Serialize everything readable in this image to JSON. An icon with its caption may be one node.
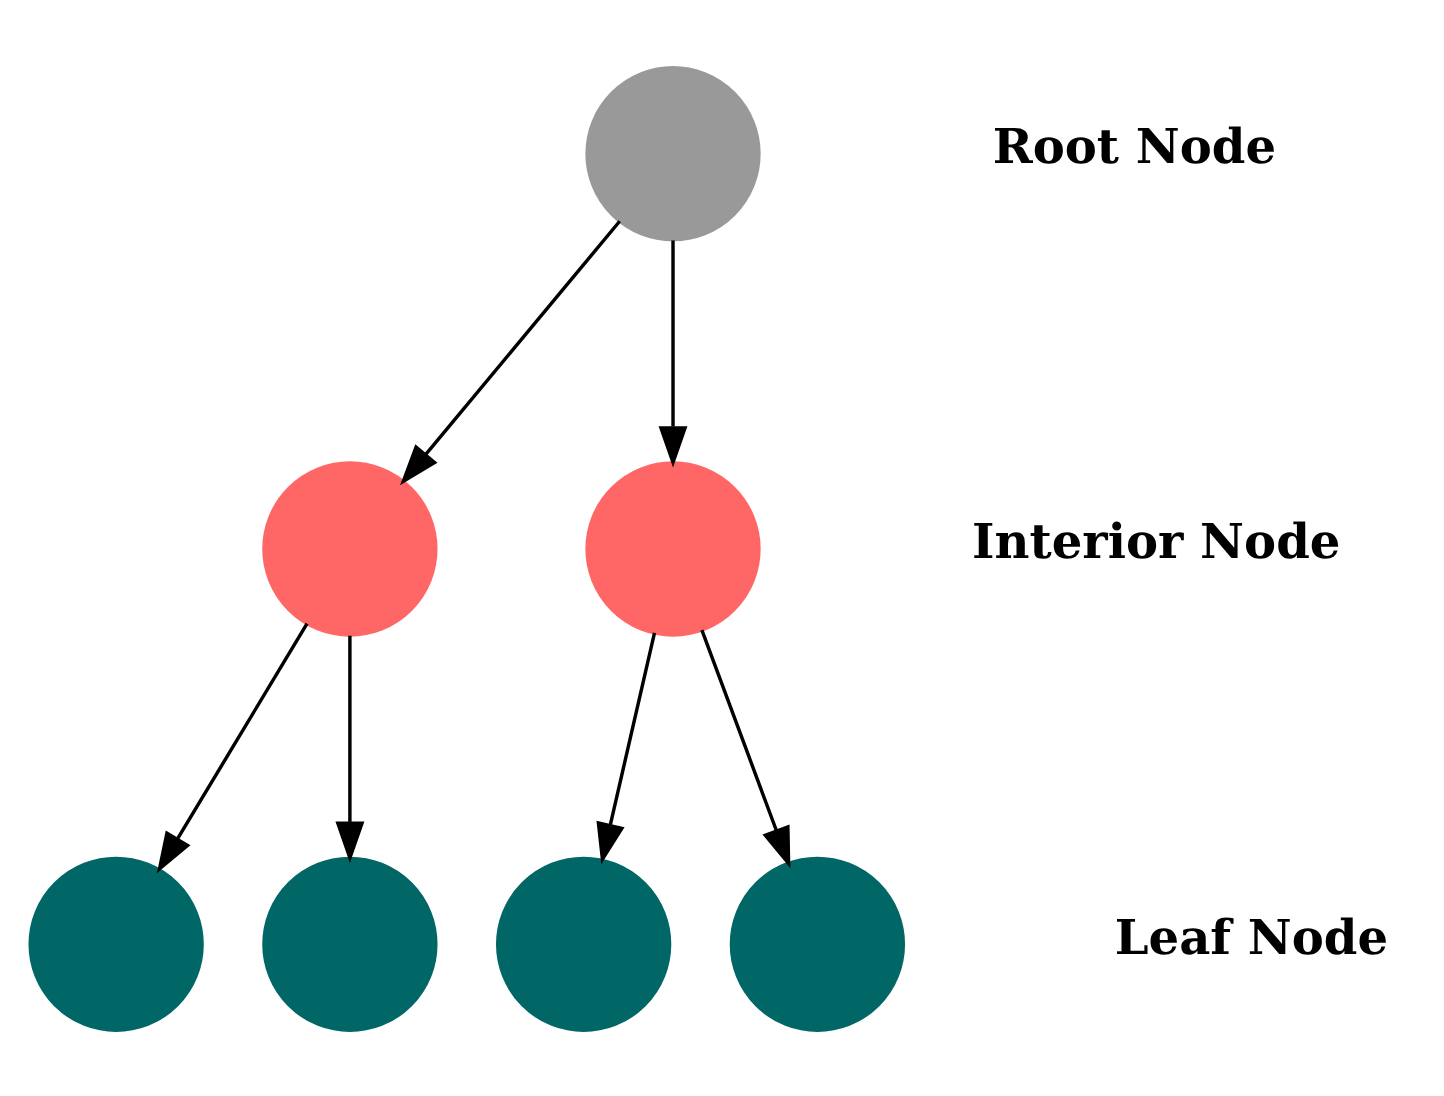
{
  "diagram": {
    "nodes": [
      {
        "text": [],
        "shape": "circle"
      },
      {
        "text": [],
        "shape": "circle"
      },
      {
        "text": [],
        "shape": "circle"
      },
      {
        "text": [],
        "shape": "circle"
      },
      {
        "text": [],
        "shape": "circle"
      },
      {
        "text": [],
        "shape": "circle"
      },
      {
        "text": [],
        "shape": "circle"
      }
    ],
    "edges": [
      {
        "from": 0,
        "to": 1,
        "arrow": "to"
      },
      {
        "from": 0,
        "to": 2,
        "arrow": "to"
      },
      {
        "from": 1,
        "to": 3,
        "arrow": "to"
      },
      {
        "from": 1,
        "to": 4,
        "arrow": "to"
      },
      {
        "from": 2,
        "to": 5,
        "arrow": "to"
      },
      {
        "from": 2,
        "to": 6,
        "arrow": "to"
      }
    ],
    "labels": [
      "Root Node",
      "Interior Node",
      "Leaf Node"
    ]
  }
}
